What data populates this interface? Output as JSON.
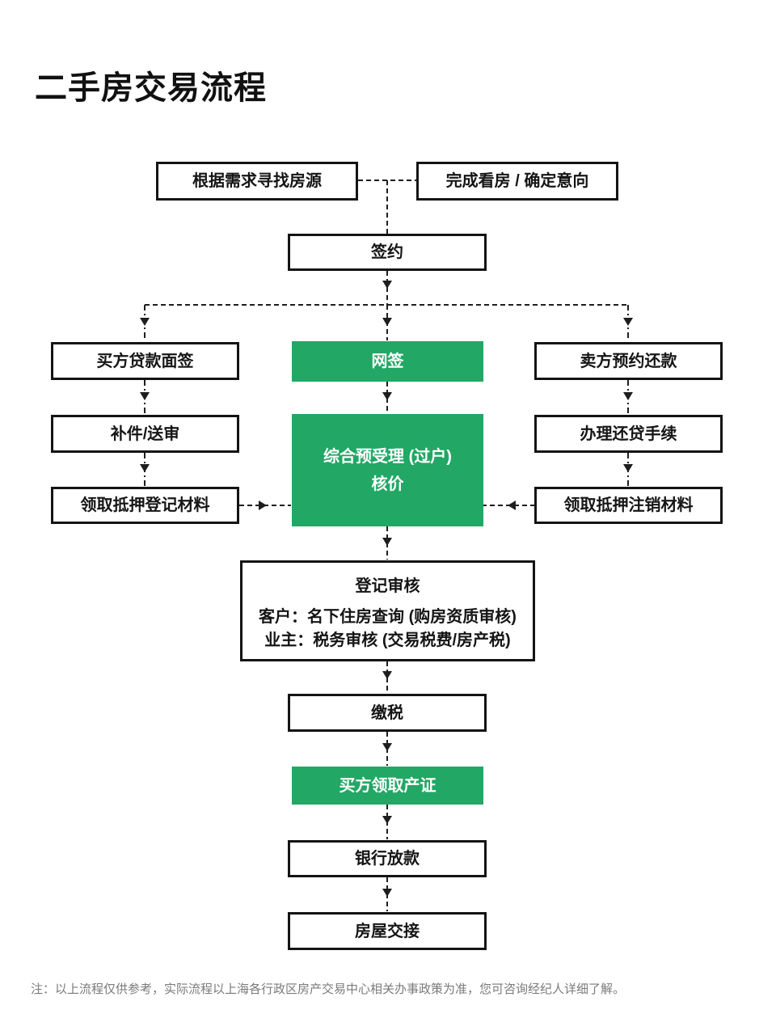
{
  "page": {
    "title": "二手房交易流程",
    "footnote": "注：以上流程仅供参考，实际流程以上海各行政区房产交易中心相关办事政策为准，您可咨询经纪人详细了解。"
  },
  "colors": {
    "accent_green": "#22a765",
    "box_border": "#141414",
    "note_gray": "#7a7a7a"
  },
  "flowchart": {
    "nodes": {
      "find_listing": "根据需求寻找房源",
      "confirm_intent": "完成看房 / 确定意向",
      "sign_contract": "签约",
      "buyer_loan_interview": "买方贷款面签",
      "online_sign": "网签",
      "seller_repay_appointment": "卖方预约还款",
      "supplement_review": "补件/送审",
      "comprehensive_line1": "综合预受理 (过户)",
      "comprehensive_line2": "核价",
      "repay_loan": "办理还贷手续",
      "mortgage_reg_materials": "领取抵押登记材料",
      "mortgage_cancel_materials": "领取抵押注销材料",
      "registration_title": "登记审核",
      "registration_line1": "客户：名下住房查询 (购房资质审核)",
      "registration_line2": "业主：税务审核 (交易税费/房产税)",
      "pay_tax": "缴税",
      "buyer_get_deed": "买方领取产证",
      "bank_disbursement": "银行放款",
      "house_handover": "房屋交接"
    }
  }
}
